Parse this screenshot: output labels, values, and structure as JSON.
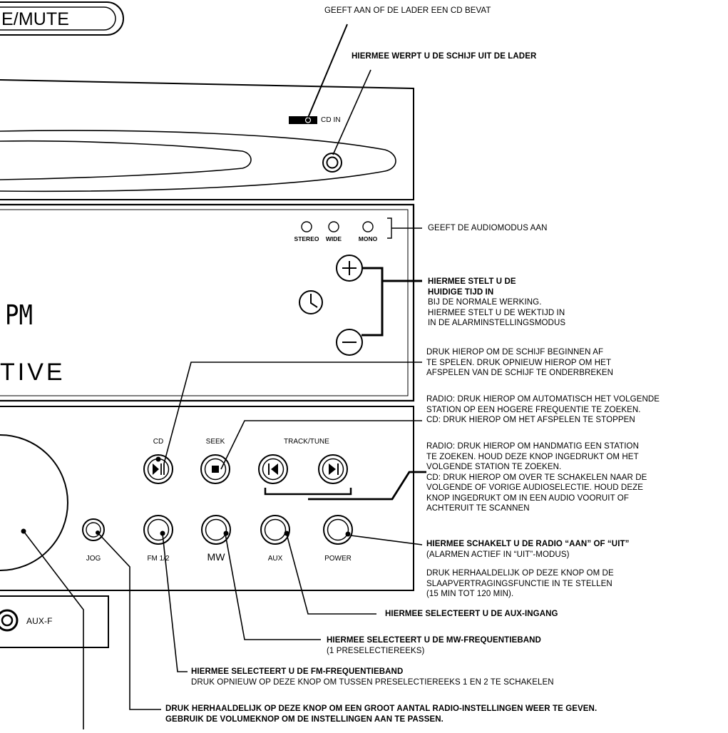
{
  "device": {
    "mute_label": "E/MUTE",
    "cd_in_label": "CD IN",
    "display_text": "PM",
    "brand_partial": "TIVE",
    "aux_f_label": "AUX-F",
    "audio_mode_labels": [
      "STEREO",
      "WIDE",
      "MONO"
    ],
    "transport_labels": [
      "CD",
      "SEEK",
      "TRACK/TUNE"
    ],
    "bottom_button_labels": [
      "JOG",
      "FM 1/2",
      "MW",
      "AUX",
      "POWER"
    ]
  },
  "callouts": {
    "cd_in": "GEEFT AAN OF DE LADER EEN CD BEVAT",
    "eject": "HIERMEE WERPT U DE SCHIJF UIT DE LADER",
    "audio_mode": "GEEFT DE AUDIOMODUS AAN",
    "time_set": {
      "bold": [
        "HIERMEE STELT U DE",
        "HUIDIGE TIJD IN"
      ],
      "normal": [
        "BIJ DE NORMALE WERKING.",
        "HIERMEE STELT U DE WEKTIJD IN",
        "IN DE ALARMINSTELLINGSMODUS"
      ]
    },
    "play_pause": [
      "DRUK HIEROP OM DE SCHIJF BEGINNEN AF",
      "TE SPELEN. DRUK OPNIEUW HIEROP OM HET",
      "AFSPELEN VAN DE SCHIJF TE ONDERBREKEN"
    ],
    "seek": [
      "RADIO: DRUK HIEROP OM AUTOMATISCH HET VOLGENDE",
      "STATION OP EEN HOGERE FREQUENTIE TE ZOEKEN.",
      "CD: DRUK HIEROP OM HET AFSPELEN TE STOPPEN"
    ],
    "track_tune": [
      "RADIO: DRUK HIEROP OM HANDMATIG EEN STATION",
      "TE ZOEKEN. HOUD DEZE KNOP INGEDRUKT OM HET",
      "VOLGENDE STATION TE ZOEKEN.",
      "CD: DRUK HIEROP OM OVER TE SCHAKELEN NAAR DE",
      "VOLGENDE OF VORIGE AUDIOSELECTIE. HOUD DEZE",
      "KNOP INGEDRUKT OM IN EEN AUDIO VOORUIT OF",
      "ACHTERUIT TE SCANNEN"
    ],
    "power": {
      "bold": "HIERMEE SCHAKELT U DE RADIO “AAN” OF “UIT”",
      "normal": [
        "(ALARMEN ACTIEF IN “UIT”-MODUS)"
      ],
      "sleep": [
        "DRUK HERHAALDELIJK OP DEZE KNOP OM DE",
        "SLAAPVERTRAGINGSFUNCTIE IN TE STELLEN",
        "(15 MIN TOT 120 MIN)."
      ]
    },
    "aux": "HIERMEE SELECTEERT U DE AUX-INGANG",
    "mw": {
      "bold": "HIERMEE SELECTEERT U DE MW-FREQUENTIEBAND",
      "normal": "(1 PRESELECTIEREEKS)"
    },
    "fm": {
      "bold": "HIERMEE SELECTEERT U DE FM-FREQUENTIEBAND",
      "normal": "DRUK OPNIEUW OP DEZE KNOP OM TUSSEN PRESELECTIEREEKS 1 EN 2 TE SCHAKELEN"
    },
    "jog": [
      "DRUK HERHAALDELIJK OP DEZE KNOP OM EEN GROOT AANTAL RADIO-INSTELLINGEN WEER TE GEVEN.",
      "GEBRUIK DE VOLUMEKNOP OM DE INSTELLINGEN AAN TE PASSEN."
    ]
  }
}
